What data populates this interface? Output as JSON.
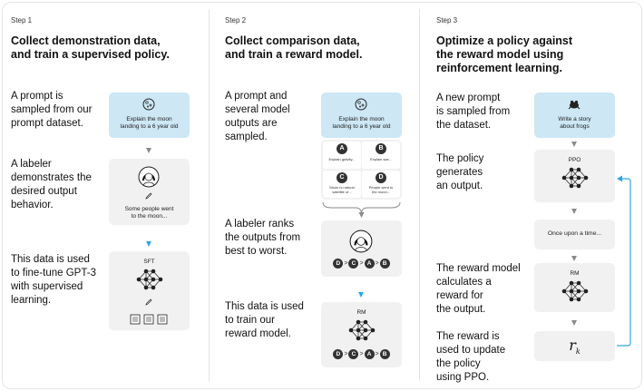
{
  "steps": [
    {
      "label": "Step 1",
      "title_line1": "Collect demonstration data,",
      "title_line2": "and train a supervised policy.",
      "desc1": [
        "A prompt is",
        "sampled from our",
        "prompt dataset."
      ],
      "desc2": [
        "A labeler",
        "demonstrates the",
        "desired output",
        "behavior."
      ],
      "desc3": [
        "This data is used",
        "to fine-tune GPT-3",
        "with supervised",
        "learning."
      ],
      "prompt_card": [
        "Explain the moon",
        "landing to a 6 year old"
      ],
      "demo_card": [
        "Some people went",
        "to the moon..."
      ],
      "model_label": "SFT"
    },
    {
      "label": "Step 2",
      "title_line1": "Collect comparison data,",
      "title_line2": "and train a reward model.",
      "desc1": [
        "A prompt and",
        "several model",
        "outputs are",
        "sampled."
      ],
      "desc2": [
        "A labeler ranks",
        "the outputs from",
        "best to worst."
      ],
      "desc3": [
        "This data is used",
        "to train our",
        "reward model."
      ],
      "prompt_card": [
        "Explain the moon",
        "landing to a 6 year old"
      ],
      "outputs": [
        {
          "letter": "A",
          "text": [
            "Explain gravity..."
          ]
        },
        {
          "letter": "B",
          "text": [
            "Explain war..."
          ]
        },
        {
          "letter": "C",
          "text": [
            "Moon is natural",
            "satellite of..."
          ]
        },
        {
          "letter": "D",
          "text": [
            "People went to",
            "the moon..."
          ]
        }
      ],
      "ranking": [
        "D",
        "C",
        "A",
        "B"
      ],
      "ranking_sep": ">",
      "model_label": "RM"
    },
    {
      "label": "Step 3",
      "title_line1": "Optimize a policy against",
      "title_line2": "the reward model using",
      "title_line3": "reinforcement learning.",
      "desc1": [
        "A new prompt",
        "is sampled from",
        "the dataset."
      ],
      "desc2": [
        "The policy",
        "generates",
        "an output."
      ],
      "desc3": [
        "The reward model",
        "calculates a",
        "reward for",
        "the output."
      ],
      "desc4": [
        "The reward is",
        "used to update",
        "the policy",
        "using PPO."
      ],
      "prompt_card": [
        "Write a story",
        "about frogs"
      ],
      "policy_label": "PPO",
      "output_text": "Once upon a time...",
      "rm_label": "RM",
      "reward_symbol": "r",
      "reward_sub": "k"
    }
  ],
  "colors": {
    "prompt_card": "#cde7f5",
    "card": "#f1f1f1",
    "accent_arrow": "#2ea6e6",
    "gray_arrow": "#8a8a8a"
  },
  "icons": [
    "moon-icon",
    "frog-icon",
    "person-icon",
    "pencil-icon",
    "neural-network-icon",
    "document-icon"
  ]
}
